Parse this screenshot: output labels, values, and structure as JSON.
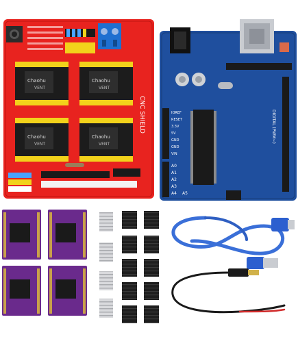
{
  "colors": {
    "background": "#ffffff",
    "cnc_shield_red": "#e8231f",
    "uno_blue": "#1f4f9e",
    "driver_purple": "#6a2a8c",
    "heatsink_black": "#1e1e1e",
    "heatsink_silver": "#d9dadd",
    "usb_cable_blue": "#3a6fd8",
    "header_yellow": "#f2d21b",
    "header_black": "#1a1a1a"
  },
  "cnc_shield": {
    "title": "CNC SHIELD",
    "driver_label": "Chaohu",
    "driver_sublabel": "VENT"
  },
  "uno_board": {
    "analog_pins": [
      "A0",
      "A1",
      "A2",
      "A3",
      "A4",
      "A5"
    ],
    "power_pins": [
      "IOREF",
      "RESET",
      "3.3V",
      "5V",
      "GND",
      "GND",
      "VIN"
    ],
    "digital_label": "DIGITAL (PWM~)"
  },
  "icons": [
    "push-button-icon",
    "terminal-block-icon",
    "usb-b-port-icon",
    "dc-jack-icon",
    "usb-a-plug-icon",
    "dc-barrel-plug-icon"
  ]
}
